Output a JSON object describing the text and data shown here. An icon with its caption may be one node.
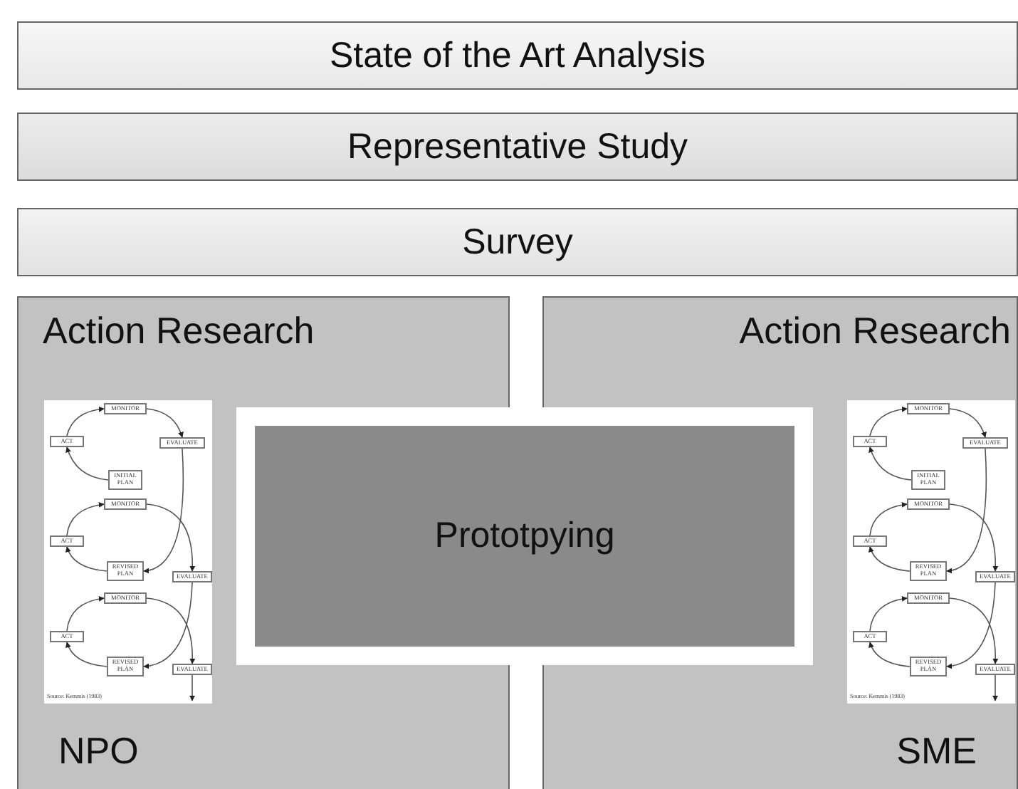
{
  "diagram": {
    "nodes": [
      {
        "text": [
          "State of the Art Analysis"
        ]
      },
      {
        "text": [
          "Representative Study"
        ]
      },
      {
        "text": [
          "Survey"
        ]
      },
      {
        "text": [
          "Action Research",
          "NPO"
        ]
      },
      {
        "text": [
          "MONITOR"
        ],
        "in": 3
      },
      {
        "text": [
          "ACT"
        ],
        "in": 3
      },
      {
        "text": [
          "EVALUATE"
        ],
        "in": 3
      },
      {
        "text": [
          "INITIAL PLAN"
        ],
        "in": 3
      },
      {
        "text": [
          "MONITOR"
        ],
        "in": 3
      },
      {
        "text": [
          "ACT"
        ],
        "in": 3
      },
      {
        "text": [
          "REVISED PLAN"
        ],
        "in": 3
      },
      {
        "text": [
          "EVALUATE"
        ],
        "in": 3
      },
      {
        "text": [
          "MONITOR"
        ],
        "in": 3
      },
      {
        "text": [
          "ACT"
        ],
        "in": 3
      },
      {
        "text": [
          "REVISED PLAN"
        ],
        "in": 3
      },
      {
        "text": [
          "EVALUATE"
        ],
        "in": 3
      },
      {
        "text": [
          "Prototpying"
        ]
      },
      {
        "text": [
          "Action Research",
          "SME"
        ]
      },
      {
        "text": [
          "MONITOR"
        ],
        "in": 17
      },
      {
        "text": [
          "ACT"
        ],
        "in": 17
      },
      {
        "text": [
          "EVALUATE"
        ],
        "in": 17
      },
      {
        "text": [
          "INITIAL PLAN"
        ],
        "in": 17
      },
      {
        "text": [
          "MONITOR"
        ],
        "in": 17
      },
      {
        "text": [
          "ACT"
        ],
        "in": 17
      },
      {
        "text": [
          "REVISED PLAN"
        ],
        "in": 17
      },
      {
        "text": [
          "EVALUATE"
        ],
        "in": 17
      },
      {
        "text": [
          "MONITOR"
        ],
        "in": 17
      },
      {
        "text": [
          "ACT"
        ],
        "in": 17
      },
      {
        "text": [
          "REVISED PLAN"
        ],
        "in": 17
      },
      {
        "text": [
          "EVALUATE"
        ],
        "in": 17
      }
    ],
    "edges": [
      {
        "from": 7,
        "to": 5,
        "arrow": "to"
      },
      {
        "from": 5,
        "to": 4,
        "arrow": "to"
      },
      {
        "from": 4,
        "to": 6,
        "arrow": "to"
      },
      {
        "from": 6,
        "to": 10,
        "arrow": "to"
      },
      {
        "from": 10,
        "to": 9,
        "arrow": "to"
      },
      {
        "from": 9,
        "to": 8,
        "arrow": "to"
      },
      {
        "from": 8,
        "to": 11,
        "arrow": "to"
      },
      {
        "from": 11,
        "to": 14,
        "arrow": "to"
      },
      {
        "from": 14,
        "to": 13,
        "arrow": "to"
      },
      {
        "from": 13,
        "to": 12,
        "arrow": "to"
      },
      {
        "from": 12,
        "to": 15,
        "arrow": "to"
      },
      {
        "from": 15,
        "to": null,
        "arrow": "to"
      },
      {
        "from": 21,
        "to": 19,
        "arrow": "to"
      },
      {
        "from": 19,
        "to": 18,
        "arrow": "to"
      },
      {
        "from": 18,
        "to": 20,
        "arrow": "to"
      },
      {
        "from": 20,
        "to": 24,
        "arrow": "to"
      },
      {
        "from": 24,
        "to": 23,
        "arrow": "to"
      },
      {
        "from": 23,
        "to": 22,
        "arrow": "to"
      },
      {
        "from": 22,
        "to": 25,
        "arrow": "to"
      },
      {
        "from": 25,
        "to": 28,
        "arrow": "to"
      },
      {
        "from": 28,
        "to": 27,
        "arrow": "to"
      },
      {
        "from": 27,
        "to": 26,
        "arrow": "to"
      },
      {
        "from": 26,
        "to": 29,
        "arrow": "to"
      },
      {
        "from": 29,
        "to": null,
        "arrow": "to"
      }
    ],
    "labels": [
      "Source: Kemmis (1983)",
      "Source: Kemmis (1983)"
    ]
  }
}
